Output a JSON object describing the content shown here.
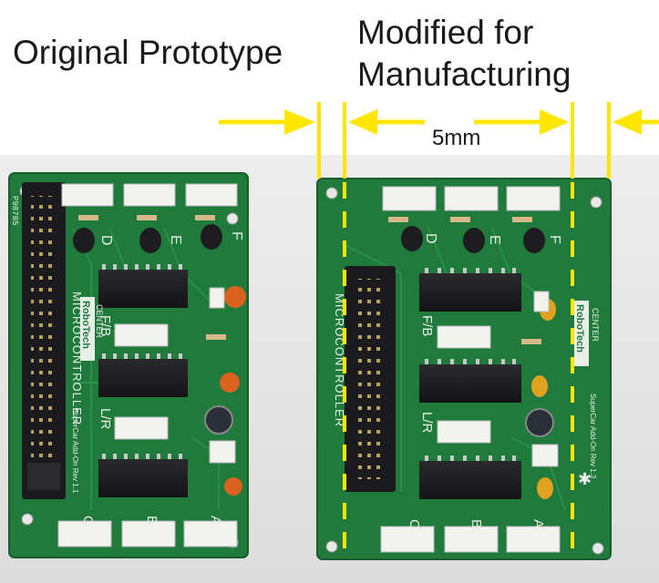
{
  "captions": {
    "left": "Original Prototype",
    "right_line1": "Modified for",
    "right_line2": "Manufacturing"
  },
  "dimension": {
    "label": "5mm"
  },
  "left_board": {
    "id_label": "P98785",
    "connector_label": "MICROCONTROLLER",
    "logo_line1": "RoboTech",
    "logo_line2": "CENTER",
    "addon_text": "SuperCar Add-On Rev 1.1",
    "motor_labels": [
      "D",
      "E",
      "F"
    ],
    "port_labels": [
      "F/B",
      "L/R"
    ],
    "bottom_labels": [
      "C",
      "B",
      "A"
    ]
  },
  "right_board": {
    "connector_label": "MICROCONTROLLER",
    "logo_line1": "RoboTech",
    "logo_line2": "CENTER",
    "addon_text": "SuperCar Add-On Rev 1.3",
    "motor_labels": [
      "D",
      "E",
      "F"
    ],
    "port_labels": [
      "F/B",
      "L/R"
    ],
    "bottom_labels": [
      "C",
      "B",
      "A"
    ]
  },
  "colors": {
    "pcb_green": "#1f7a3c",
    "pcb_dark": "#135c2b",
    "silkscreen": "#e9efe6",
    "arrow_yellow": "#ffe600",
    "chip_black": "#1d1d1f",
    "cap_orange": "#d9621f",
    "connector_white": "#f2f2ee"
  }
}
